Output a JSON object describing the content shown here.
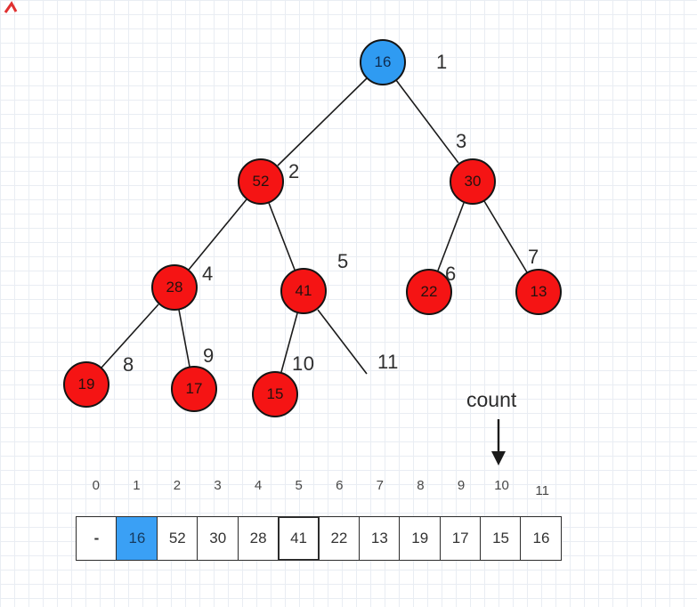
{
  "diagram": {
    "type": "binary-tree-with-array",
    "count_label": "count",
    "tree": {
      "nodes": [
        {
          "order": "1",
          "value": "16",
          "variant": "blue"
        },
        {
          "order": "2",
          "value": "52",
          "variant": "red"
        },
        {
          "order": "3",
          "value": "30",
          "variant": "red"
        },
        {
          "order": "4",
          "value": "28",
          "variant": "red"
        },
        {
          "order": "5",
          "value": "41",
          "variant": "red"
        },
        {
          "order": "6",
          "value": "22",
          "variant": "red"
        },
        {
          "order": "7",
          "value": "13",
          "variant": "red"
        },
        {
          "order": "8",
          "value": "19",
          "variant": "red"
        },
        {
          "order": "9",
          "value": "17",
          "variant": "red"
        },
        {
          "order": "10",
          "value": "15",
          "variant": "red"
        }
      ],
      "empty_slot_label": "11",
      "edges": [
        {
          "from": "1",
          "to": "2"
        },
        {
          "from": "1",
          "to": "3"
        },
        {
          "from": "2",
          "to": "4"
        },
        {
          "from": "2",
          "to": "5"
        },
        {
          "from": "3",
          "to": "6"
        },
        {
          "from": "3",
          "to": "7"
        },
        {
          "from": "4",
          "to": "8"
        },
        {
          "from": "4",
          "to": "9"
        },
        {
          "from": "5",
          "to": "10"
        },
        {
          "from": "5",
          "to": "11"
        }
      ]
    },
    "array": {
      "indices": [
        "0",
        "1",
        "2",
        "3",
        "4",
        "5",
        "6",
        "7",
        "8",
        "9",
        "10",
        "11"
      ],
      "values": [
        "-",
        "16",
        "52",
        "30",
        "28",
        "41",
        "22",
        "13",
        "19",
        "17",
        "15",
        "16"
      ],
      "highlighted_cell_index": 1,
      "bold_border_cell_index": 5
    }
  },
  "colors": {
    "node_red": "#f51414",
    "node_blue": "#2f9bf2",
    "stroke": "#1b1b1b",
    "grid": "#e9edf3",
    "cell_highlight": "#3aa0f5"
  }
}
